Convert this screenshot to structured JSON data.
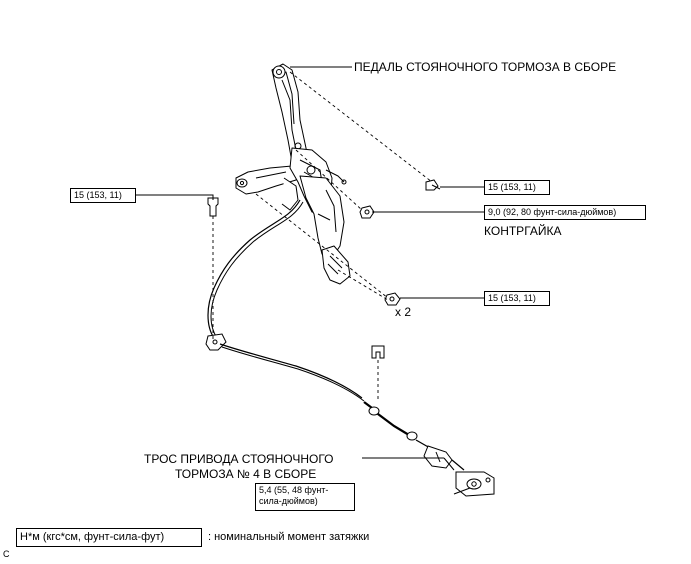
{
  "labels": {
    "pedal_assy": "ПЕДАЛЬ СТОЯНОЧНОГО ТОРМОЗА В СБОРЕ",
    "lock_nut": "КОНТРГАЙКА",
    "multiplier": "x 2",
    "cable_assy_line1": "ТРОС ПРИВОДА СТОЯНОЧНОГО",
    "cable_assy_line2": "ТОРМОЗА № 4 В СБОРЕ",
    "corner_code": "C"
  },
  "torque_specs": {
    "left_bolt": "15 (153, 11)",
    "pedal_bolt": "15 (153, 11)",
    "lock_nut": "9,0 (92, 80 фунт-сила-дюймов)",
    "lower_nuts": "15 (153, 11)",
    "cable_bolt_line1": "5,4 (55, 48 фунт-",
    "cable_bolt_line2": "сила-дюймов)"
  },
  "legend": {
    "unit_box": "Н*м (кгс*см, фунт-сила-фут)",
    "description": ": номинальный момент затяжки"
  }
}
